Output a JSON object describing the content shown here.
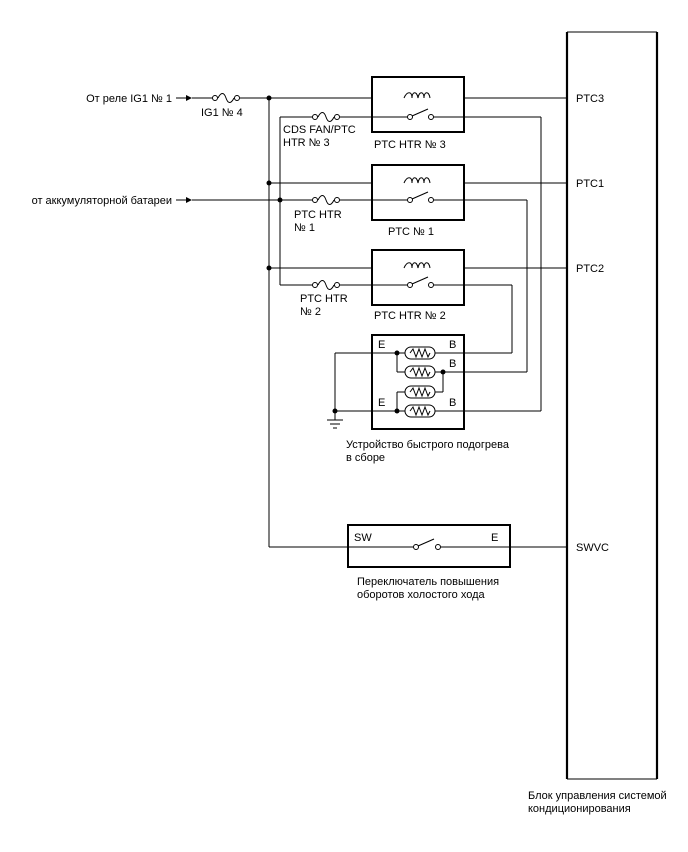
{
  "labels": {
    "relay_source": "От реле IG1 № 1",
    "fuse_ig1": "IG1 № 4",
    "battery_source": "от аккумуляторной батареи",
    "fuse_cds_line1": "CDS FAN/PTC",
    "fuse_cds_line2": "HTR № 3",
    "fuse_ptc1_line1": "PTC HTR",
    "fuse_ptc1_line2": "№ 1",
    "fuse_ptc2_line1": "PTC HTR",
    "fuse_ptc2_line2": "№ 2",
    "relay_ptc_htr3": "PTC HTR № 3",
    "relay_ptc1": "PTC № 1",
    "relay_ptc2": "PTC HTR № 2",
    "heater_line1": "Устройство быстрого подогрева",
    "heater_line2": "в сборе",
    "heater_e": "E",
    "heater_b": "B",
    "switch_sw": "SW",
    "switch_e": "E",
    "switch_line1": "Переключатель повышения",
    "switch_line2": "оборотов холостого хода",
    "ecu_line1": "Блок управления системой",
    "ecu_line2": "кондиционирования",
    "pin_ptc3": "PTC3",
    "pin_ptc1": "PTC1",
    "pin_ptc2": "PTC2",
    "pin_swvc": "SWVC"
  }
}
